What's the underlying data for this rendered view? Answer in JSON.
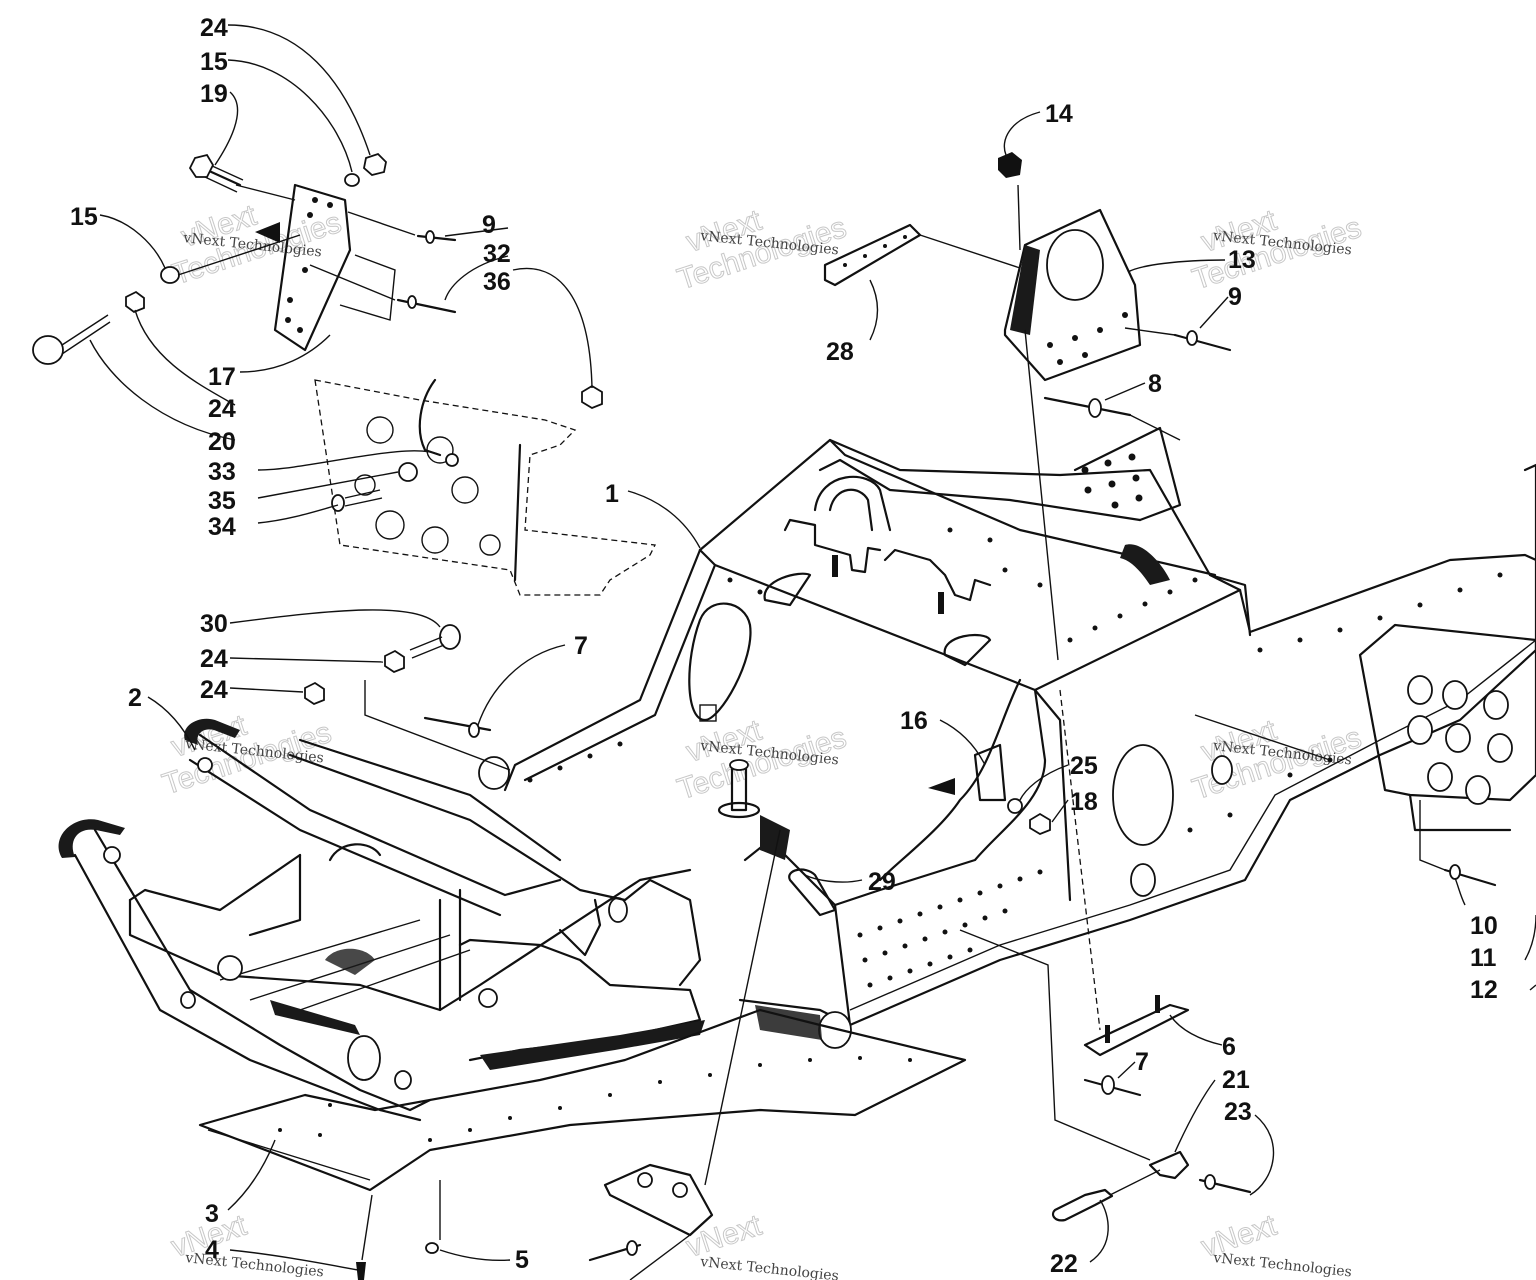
{
  "watermark": {
    "big_line1": "vNext",
    "big_line2": "Technologies",
    "small": "vNext Technologies"
  },
  "callouts": [
    {
      "id": "c1",
      "label": "1"
    },
    {
      "id": "c2",
      "label": "2"
    },
    {
      "id": "c3",
      "label": "3"
    },
    {
      "id": "c4",
      "label": "4"
    },
    {
      "id": "c5",
      "label": "5"
    },
    {
      "id": "c6",
      "label": "6"
    },
    {
      "id": "c7a",
      "label": "7"
    },
    {
      "id": "c7b",
      "label": "7"
    },
    {
      "id": "c8",
      "label": "8"
    },
    {
      "id": "c9a",
      "label": "9"
    },
    {
      "id": "c9b",
      "label": "9"
    },
    {
      "id": "c10",
      "label": "10"
    },
    {
      "id": "c11",
      "label": "11"
    },
    {
      "id": "c12",
      "label": "12"
    },
    {
      "id": "c13",
      "label": "13"
    },
    {
      "id": "c14",
      "label": "14"
    },
    {
      "id": "c15a",
      "label": "15"
    },
    {
      "id": "c15b",
      "label": "15"
    },
    {
      "id": "c16",
      "label": "16"
    },
    {
      "id": "c17",
      "label": "17"
    },
    {
      "id": "c18",
      "label": "18"
    },
    {
      "id": "c19",
      "label": "19"
    },
    {
      "id": "c20",
      "label": "20"
    },
    {
      "id": "c21",
      "label": "21"
    },
    {
      "id": "c22",
      "label": "22"
    },
    {
      "id": "c23",
      "label": "23"
    },
    {
      "id": "c24a",
      "label": "24"
    },
    {
      "id": "c24b",
      "label": "24"
    },
    {
      "id": "c24c",
      "label": "24"
    },
    {
      "id": "c24d",
      "label": "24"
    },
    {
      "id": "c25",
      "label": "25"
    },
    {
      "id": "c28",
      "label": "28"
    },
    {
      "id": "c29",
      "label": "29"
    },
    {
      "id": "c30",
      "label": "30"
    },
    {
      "id": "c32",
      "label": "32"
    },
    {
      "id": "c33",
      "label": "33"
    },
    {
      "id": "c34",
      "label": "34"
    },
    {
      "id": "c35",
      "label": "35"
    },
    {
      "id": "c36",
      "label": "36"
    }
  ]
}
